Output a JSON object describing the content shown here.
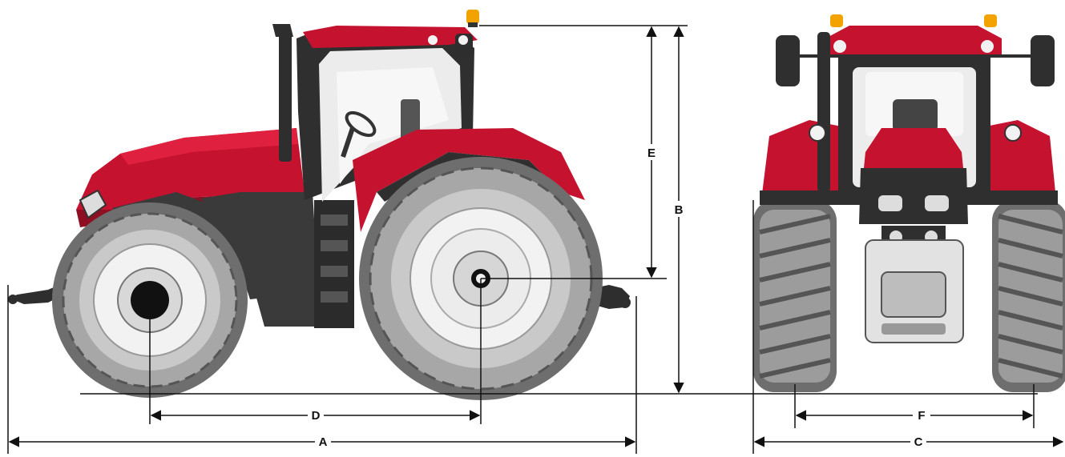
{
  "dimensions": {
    "A": "A",
    "B": "B",
    "C": "C",
    "D": "D",
    "E": "E",
    "F": "F"
  },
  "colors": {
    "body_red": "#c4122f",
    "body_dark_red": "#8e0e22",
    "tire_grey": "#8c8c8c",
    "tire_light": "#c9c9c9",
    "rim_white": "#f2f2f2",
    "frame_dark": "#333333",
    "glass": "#ececec",
    "beacon_amber": "#f2a300",
    "line": "#111111"
  }
}
